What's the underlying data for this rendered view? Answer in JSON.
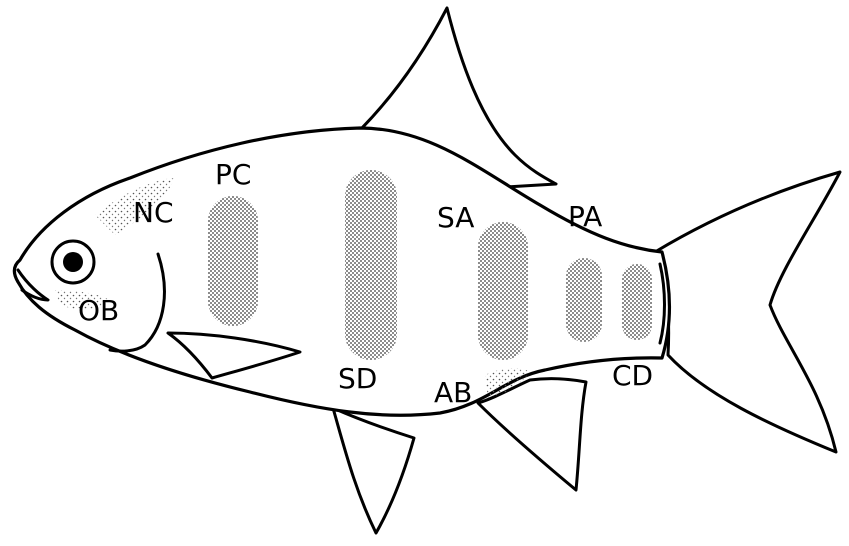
{
  "diagram": {
    "labels": {
      "pc": "PC",
      "nc": "NC",
      "ob": "OB",
      "sd": "SD",
      "sa": "SA",
      "pa": "PA",
      "ab": "AB",
      "cd": "CD"
    },
    "colors": {
      "outline": "#000000",
      "stipple": "#444444",
      "background": "#ffffff"
    }
  }
}
